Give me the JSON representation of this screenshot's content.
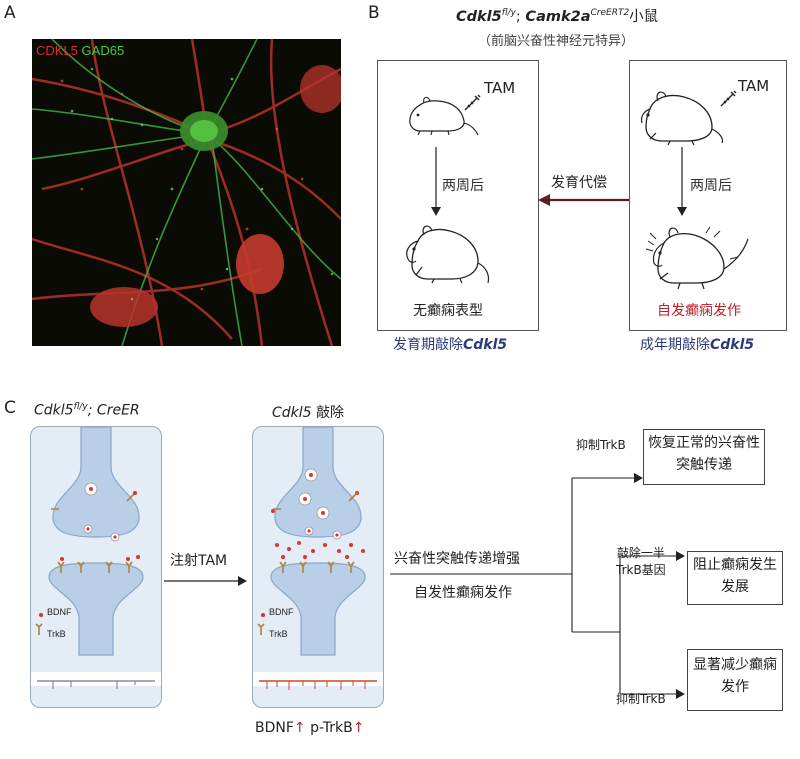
{
  "panels": {
    "a": "A",
    "b": "B",
    "c": "C"
  },
  "panel_a": {
    "legend_red": "CDKL5",
    "legend_green": "GAD65",
    "color_red": "#e02a2a",
    "color_green": "#3fcf3f"
  },
  "panel_b": {
    "title_gene": "Cdkl5",
    "title_sup": "fl/y",
    "title_sep": "; ",
    "title_gene2": "Camk2a",
    "title_sup2": "CreERT2",
    "title_suffix": "小鼠",
    "subtitle": "（前脑兴奋性神经元特异）",
    "left_tam": "TAM",
    "right_tam": "TAM",
    "left_time": "两周后",
    "right_time": "两周后",
    "middle_arrow_label": "发育代偿",
    "left_result": "无癫痫表型",
    "right_result": "自发癫痫发作",
    "right_result_color": "#c0202a",
    "left_caption_prefix": "发育期敲除",
    "left_caption_gene": "Cdkl5",
    "right_caption_prefix": "成年期敲除",
    "right_caption_gene": "Cdkl5",
    "caption_color": "#2d3a7a"
  },
  "panel_c": {
    "left_title_gene": "Cdkl5",
    "left_title_sup": "fl/y",
    "left_title_rest": "; CreER",
    "right_title_gene": "Cdkl5",
    "right_title_rest": " 敲除",
    "inject_label": "注射TAM",
    "bdnf_label": "BDNF",
    "trkb_label": "TrkB",
    "bdnf_label2": "BDNF",
    "trkb_label2": "TrkB",
    "effect_line1": "兴奋性突触传递增强",
    "effect_line2": "自发性癫痫发作",
    "bottom_bdnf": "BDNF",
    "bottom_ptrkb": " p-TrkB",
    "up_arrow": "↑",
    "up_color": "#c0202a",
    "branch1_label": "抑制TrkB",
    "branch1_result": "恢复正常的兴奋性突触传递",
    "branch2_label_1": "敲除一半",
    "branch2_label_2": "TrkB基因",
    "branch2_result": "阻止癫痫发生发展",
    "branch3_label": "抑制TrkB",
    "branch3_result": "显著减少癫痫发作"
  }
}
